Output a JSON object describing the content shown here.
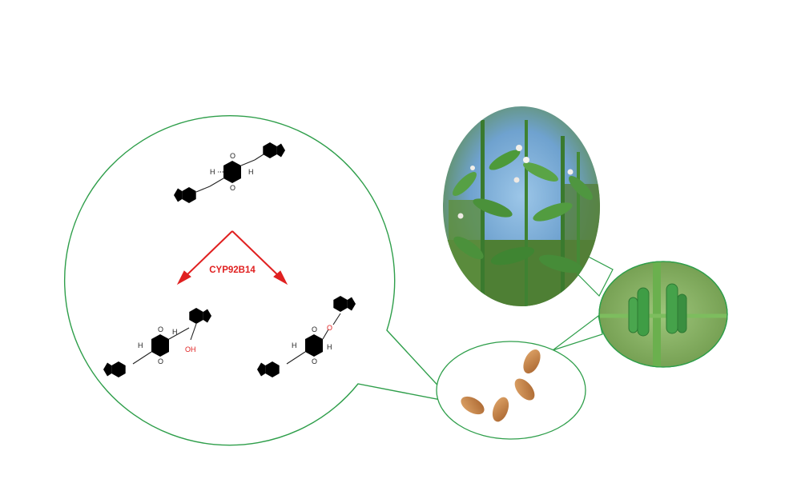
{
  "enzyme": {
    "label": "CYP92B14",
    "color": "#e02020"
  },
  "atoms": {
    "oxygen": "O",
    "hydrogen": "H",
    "hydroxyl": "OH"
  },
  "colors": {
    "bubble_outline": "#2e9e4a",
    "bond": "#222222",
    "seed": "#c98a4b",
    "pod": "#3f9d45"
  }
}
